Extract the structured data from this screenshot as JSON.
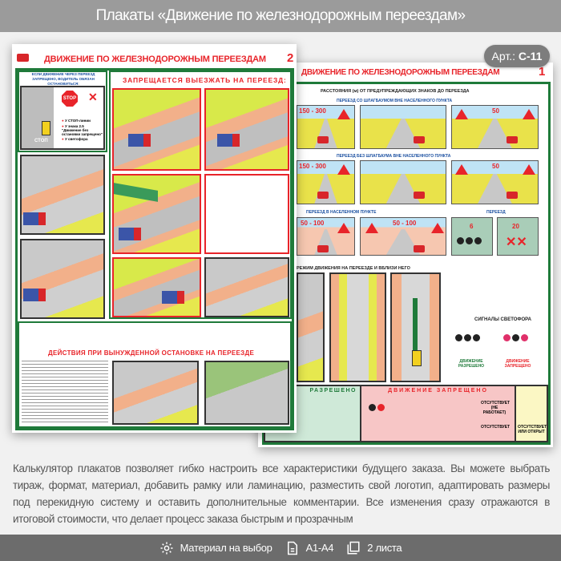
{
  "header": {
    "title": "Плакаты «Движение по железнодорожным переездам»"
  },
  "article": {
    "label": "Арт.:",
    "code": "С-11"
  },
  "poster_front": {
    "title": "ДВИЖЕНИЕ ПО ЖЕЛЕЗНОДОРОЖНЫМ ПЕРЕЕЗДАМ",
    "number": "2",
    "stop_intro": "ЕСЛИ ДВИЖЕНИЕ ЧЕРЕЗ ПЕРЕЕЗД ЗАПРЕЩЕНО, ВОДИТЕЛЬ ОБЯЗАН ОСТАНОВИТЬСЯ:",
    "stop_sign": "STOP",
    "road_text": "СТОП",
    "stop_points": [
      "У СТОП-линии",
      "У знака 2.5 \"Движение без остановки запрещено\"",
      "У светофора"
    ],
    "forbidden_heading": "ЗАПРЕЩАЕТСЯ ВЫЕЗЖАТЬ НА ПЕРЕЕЗД:",
    "emergency_heading": "ДЕЙСТВИЯ ПРИ ВЫНУЖДЕННОЙ ОСТАНОВКЕ НА ПЕРЕЕЗДЕ"
  },
  "poster_back": {
    "title": "ДВИЖЕНИЕ ПО ЖЕЛЕЗНОДОРОЖНЫМ ПЕРЕЕЗДАМ",
    "number": "1",
    "distances_heading": "РАССТОЯНИЯ (м) ОТ ПРЕДУПРЕЖДАЮЩИХ ЗНАКОВ ДО ПЕРЕЕЗДА",
    "row_labels": [
      "ПЕРЕЕЗД СО ШЛАГБАУМОМ ВНЕ НАСЕЛЕННОГО ПУНКТА",
      "ПЕРЕЕЗД БЕЗ ШЛАГБАУМА ВНЕ НАСЕЛЕННОГО ПУНКТА",
      "ПЕРЕЕЗД В НАСЕЛЕННОМ ПУНКТЕ",
      "ПЕРЕЕЗД"
    ],
    "distances": [
      [
        "150 - 300",
        "",
        "50"
      ],
      [
        "150 - 300",
        "",
        "50"
      ],
      [
        "50 - 100",
        "50 - 100",
        "6",
        "20"
      ]
    ],
    "mode_heading": "РЕЖИМ ДВИЖЕНИЯ НА ПЕРЕЕЗДЕ И ВБЛИЗИ НЕГО",
    "signals_heading": "СИГНАЛЫ СВЕТОФОРА",
    "signal_allowed": "ДВИЖЕНИЕ РАЗРЕШЕНО",
    "signal_forbidden": "ДВИЖЕНИЕ ЗАПРЕЩЕНО",
    "table_allowed": "РАЗРЕШЕНО",
    "table_forbidden": "ДВИЖЕНИЕ ЗАПРЕЩЕНО",
    "table_absent": "ОТСУТСТВУЕТ (НЕ РАБОТАЕТ)",
    "table_absent2": "ОТСУТСТВУЕТ",
    "table_open": "ОТСУТСТВУЕТ ИЛИ ОТКРЫТ"
  },
  "description": "Калькулятор плакатов позволяет гибко настроить все характеристики будущего заказа. Вы можете выбрать тираж, формат, материал, добавить рамку или ламинацию, разместить свой логотип, адаптировать размеры под перекидную систему и оставить дополнительные комментарии. Все изменения сразу отражаются в итоговой стоимости, что делает процесс заказа быстрым и прозрачным",
  "footer": {
    "items": [
      {
        "icon": "gear-icon",
        "label": "Материал на выбор"
      },
      {
        "icon": "document-icon",
        "label": "А1-А4"
      },
      {
        "icon": "sheets-icon",
        "label": "2 листа"
      }
    ]
  },
  "colors": {
    "header": "#9b9b9b",
    "footer": "#6c6c6c",
    "poster_red": "#e8242a",
    "poster_green": "#1f7a3a"
  }
}
